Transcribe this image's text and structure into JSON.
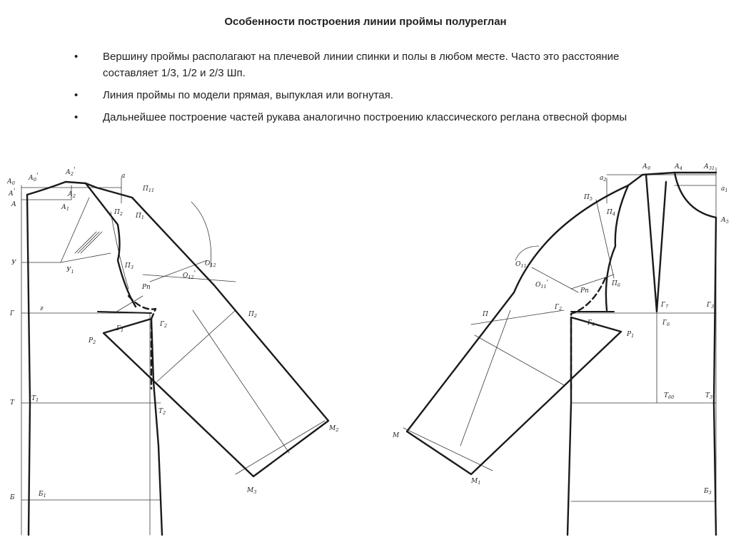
{
  "slide": {
    "title": "Особенности построения линии проймы полуреглан",
    "bullets": [
      "Вершину проймы располагают на плечевой линии спинки и полы в любом месте. Часто это расстояние составляет 1/3, 1/2 и 2/3 Шп.",
      "Линия проймы по модели прямая, выпуклая или вогнутая.",
      "Дальнейшее построение частей рукава аналогично построению классического реглана отвесной формы"
    ],
    "bullet_symbol": "•"
  },
  "drawing": {
    "back_labels": [
      {
        "id": "A0",
        "base": "А",
        "sub": "0"
      },
      {
        "id": "A0p",
        "base": "А",
        "sub": "0",
        "prime": "'"
      },
      {
        "id": "A2p",
        "base": "А",
        "sub": "2",
        "prime": "'"
      },
      {
        "id": "a",
        "base": "а",
        "sub": ""
      },
      {
        "id": "Ap",
        "base": "А",
        "sub": "",
        "prime": "'"
      },
      {
        "id": "A",
        "base": "А",
        "sub": ""
      },
      {
        "id": "A2",
        "base": "А",
        "sub": "2"
      },
      {
        "id": "A1",
        "base": "А",
        "sub": "1"
      },
      {
        "id": "P11",
        "base": "П",
        "sub": "11"
      },
      {
        "id": "P2",
        "base": "П",
        "sub": "2"
      },
      {
        "id": "P1",
        "base": "П",
        "sub": "1"
      },
      {
        "id": "U",
        "base": "У",
        "sub": ""
      },
      {
        "id": "U1",
        "base": "У",
        "sub": "1"
      },
      {
        "id": "P3",
        "base": "П",
        "sub": "3"
      },
      {
        "id": "O12",
        "base": "О",
        "sub": "12"
      },
      {
        "id": "O12p",
        "base": "О",
        "sub": "12",
        "prime": "'"
      },
      {
        "id": "Rp",
        "base": "Рп",
        "sub": ""
      },
      {
        "id": "G",
        "base": "Г",
        "sub": ""
      },
      {
        "id": "r",
        "base": "г",
        "sub": ""
      },
      {
        "id": "G1",
        "base": "Г",
        "sub": "1"
      },
      {
        "id": "G2",
        "base": "Г",
        "sub": "2"
      },
      {
        "id": "R2",
        "base": "Р",
        "sub": "2"
      },
      {
        "id": "P2b",
        "base": "П",
        "sub": "2"
      },
      {
        "id": "T",
        "base": "Т",
        "sub": ""
      },
      {
        "id": "T1",
        "base": "Т",
        "sub": "1"
      },
      {
        "id": "T2",
        "base": "Т",
        "sub": "2"
      },
      {
        "id": "M2",
        "base": "М",
        "sub": "2"
      },
      {
        "id": "M3",
        "base": "М",
        "sub": "3"
      },
      {
        "id": "B",
        "base": "Б",
        "sub": ""
      },
      {
        "id": "B1",
        "base": "Б",
        "sub": "1"
      }
    ],
    "front_labels": [
      {
        "id": "A9",
        "base": "А",
        "sub": "9"
      },
      {
        "id": "A4",
        "base": "А",
        "sub": "4"
      },
      {
        "id": "A31",
        "base": "А",
        "sub": "31"
      },
      {
        "id": "a2",
        "base": "а",
        "sub": "2"
      },
      {
        "id": "a1",
        "base": "а",
        "sub": "1"
      },
      {
        "id": "P5",
        "base": "П",
        "sub": "5"
      },
      {
        "id": "P4",
        "base": "П",
        "sub": "4"
      },
      {
        "id": "A5",
        "base": "А",
        "sub": "5"
      },
      {
        "id": "O11",
        "base": "О",
        "sub": "11"
      },
      {
        "id": "O11p",
        "base": "О",
        "sub": "11",
        "prime": "'"
      },
      {
        "id": "P6",
        "base": "П",
        "sub": "6"
      },
      {
        "id": "Rp",
        "base": "Рп",
        "sub": ""
      },
      {
        "id": "G7",
        "base": "Г",
        "sub": "7"
      },
      {
        "id": "G3",
        "base": "Г",
        "sub": "3"
      },
      {
        "id": "G2",
        "base": "Г",
        "sub": "2"
      },
      {
        "id": "G4",
        "base": "Г",
        "sub": "4"
      },
      {
        "id": "G6",
        "base": "Г",
        "sub": "6"
      },
      {
        "id": "P",
        "base": "П",
        "sub": ""
      },
      {
        "id": "R1",
        "base": "Р",
        "sub": "1"
      },
      {
        "id": "T60",
        "base": "Т",
        "sub": "60"
      },
      {
        "id": "T3",
        "base": "Т",
        "sub": "3"
      },
      {
        "id": "M",
        "base": "М",
        "sub": ""
      },
      {
        "id": "M1",
        "base": "М",
        "sub": "1"
      },
      {
        "id": "B3",
        "base": "Б",
        "sub": "3"
      }
    ]
  },
  "colors": {
    "line": "#1a1a1a",
    "thin_line": "#3a3a3a",
    "background": "#ffffff"
  }
}
